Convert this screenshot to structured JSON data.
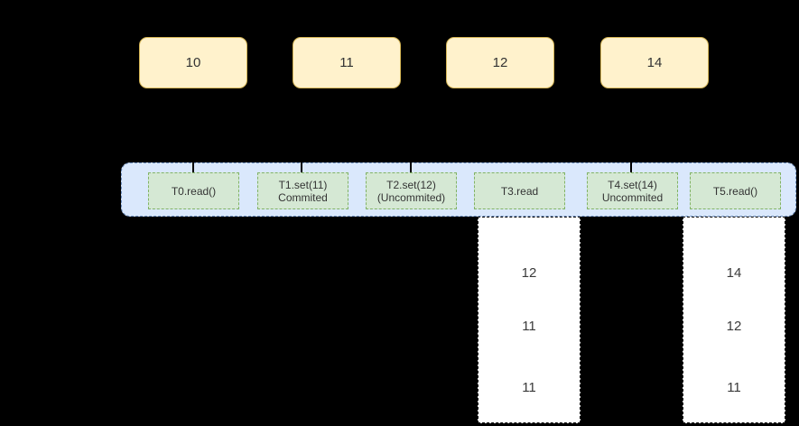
{
  "version_row": {
    "boxes": [
      {
        "label": "10"
      },
      {
        "label": "11"
      },
      {
        "label": "12"
      },
      {
        "label": "14"
      }
    ]
  },
  "timeline": {
    "transactions": [
      {
        "name": "T0",
        "lines": [
          "T0.read()"
        ]
      },
      {
        "name": "T1",
        "lines": [
          "T1.set(11)",
          "Commited"
        ]
      },
      {
        "name": "T2",
        "lines": [
          "T2.set(12)",
          "(Uncommited)"
        ]
      },
      {
        "name": "T3",
        "lines": [
          "T3.read"
        ]
      },
      {
        "name": "T4",
        "lines": [
          "T4.set(14)",
          "Uncommited"
        ]
      },
      {
        "name": "T5",
        "lines": [
          "T5.read()"
        ]
      }
    ]
  },
  "read_views": [
    {
      "under": "T3",
      "values": [
        "12",
        "11",
        "11"
      ]
    },
    {
      "under": "T5",
      "values": [
        "14",
        "12",
        "11"
      ]
    }
  ],
  "colors": {
    "background": "#000000",
    "version_fill": "#fff2cc",
    "version_border": "#d6b656",
    "band_fill": "#dae8fc",
    "band_border": "#6c8ebf",
    "transaction_fill": "#d5e8d4",
    "transaction_border": "#82b366",
    "column_fill": "#ffffff",
    "column_border": "#000000",
    "text": "#333333"
  }
}
